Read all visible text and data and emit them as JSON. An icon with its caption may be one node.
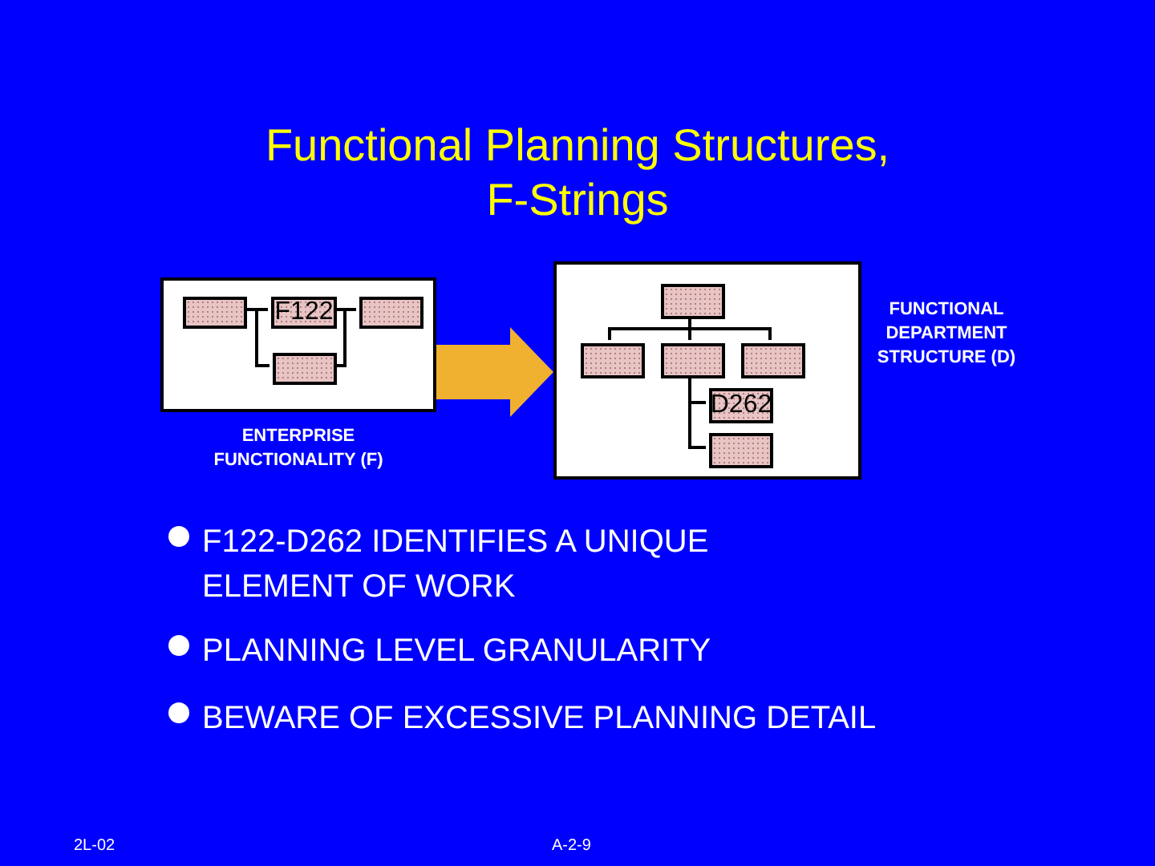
{
  "diagram": {
    "title": "Functional Planning Structures, F-Strings",
    "nodes": [
      {
        "text": [],
        "shape": "box",
        "beside": [
          "ENTERPRISE FUNCTIONALITY (F)"
        ]
      },
      {
        "text": [],
        "shape": "box",
        "in": 0
      },
      {
        "text": [
          "F122"
        ],
        "in": 0
      },
      {
        "text": [],
        "shape": "box",
        "in": 0
      },
      {
        "text": [],
        "shape": "box",
        "in": 0
      },
      {
        "text": [],
        "shape": "box",
        "beside": [
          "FUNCTIONAL DEPARTMENT STRUCTURE (D)"
        ]
      },
      {
        "text": [],
        "shape": "box",
        "in": 5
      },
      {
        "text": [],
        "shape": "box",
        "in": 5
      },
      {
        "text": [],
        "shape": "box",
        "in": 5
      },
      {
        "text": [],
        "shape": "box",
        "in": 5
      },
      {
        "text": [
          "D262"
        ],
        "in": 5
      },
      {
        "text": [],
        "shape": "box",
        "in": 5
      }
    ],
    "edges": [
      {
        "from": 0,
        "to": 5,
        "arrow": "to",
        "style": "thick",
        "color": "#f0b030"
      },
      {
        "from": 1,
        "to": 2,
        "arrow": "none"
      },
      {
        "from": 2,
        "to": 3,
        "arrow": "none"
      },
      {
        "from": 1,
        "to": 4,
        "arrow": "none"
      },
      {
        "from": 4,
        "to": 3,
        "arrow": "none"
      },
      {
        "from": 6,
        "to": 7,
        "arrow": "none"
      },
      {
        "from": 6,
        "to": 8,
        "arrow": "none"
      },
      {
        "from": 6,
        "to": 9,
        "arrow": "none"
      },
      {
        "from": 8,
        "to": 10,
        "arrow": "none"
      },
      {
        "from": 8,
        "to": 11,
        "arrow": "none"
      }
    ],
    "labels": [
      "F122-D262 IDENTIFIES A UNIQUE ELEMENT OF WORK",
      "PLANNING LEVEL GRANULARITY",
      "BEWARE OF EXCESSIVE PLANNING DETAIL",
      "2L-02",
      "A-2-9"
    ]
  }
}
